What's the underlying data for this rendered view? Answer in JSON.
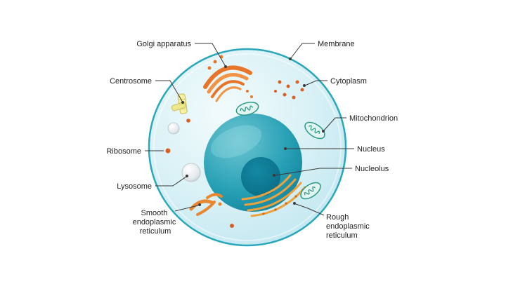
{
  "diagram": {
    "type": "labeled-diagram",
    "labels": {
      "golgi": {
        "text": "Golgi apparatus"
      },
      "membrane": {
        "text": "Membrane"
      },
      "centrosome": {
        "text": "Centrosome"
      },
      "cytoplasm": {
        "text": "Cytoplasm"
      },
      "mitochondrion": {
        "text": "Mitochondrion"
      },
      "ribosome": {
        "text": "Ribosome"
      },
      "nucleus": {
        "text": "Nucleus"
      },
      "nucleolus": {
        "text": "Nucleolus"
      },
      "lysosome": {
        "text": "Lysosome"
      },
      "smooth_er": {
        "lines": [
          "Smooth",
          "endoplasmic",
          "reticulum"
        ]
      },
      "rough_er": {
        "lines": [
          "Rough",
          "endoplasmic",
          "reticulum"
        ]
      }
    },
    "colors": {
      "cell_fill": "#d9f1f6",
      "cell_stroke": "#29a7bb",
      "nucleus_fill": "#1d93a9",
      "nucleolus_fill": "#0d768c",
      "organelle_orange": "#e8762a",
      "smooth_er_orange": "#e8872e",
      "rough_er_orange": "#eda13c",
      "centrosome_yellow": "#f5f1a3",
      "mito_stroke": "#2a9a86",
      "mito_fill": "#e2f5f1",
      "lysosome_fill": "#e6ebed",
      "leader_line": "#3a3a3a",
      "label_text": "#222222"
    }
  }
}
